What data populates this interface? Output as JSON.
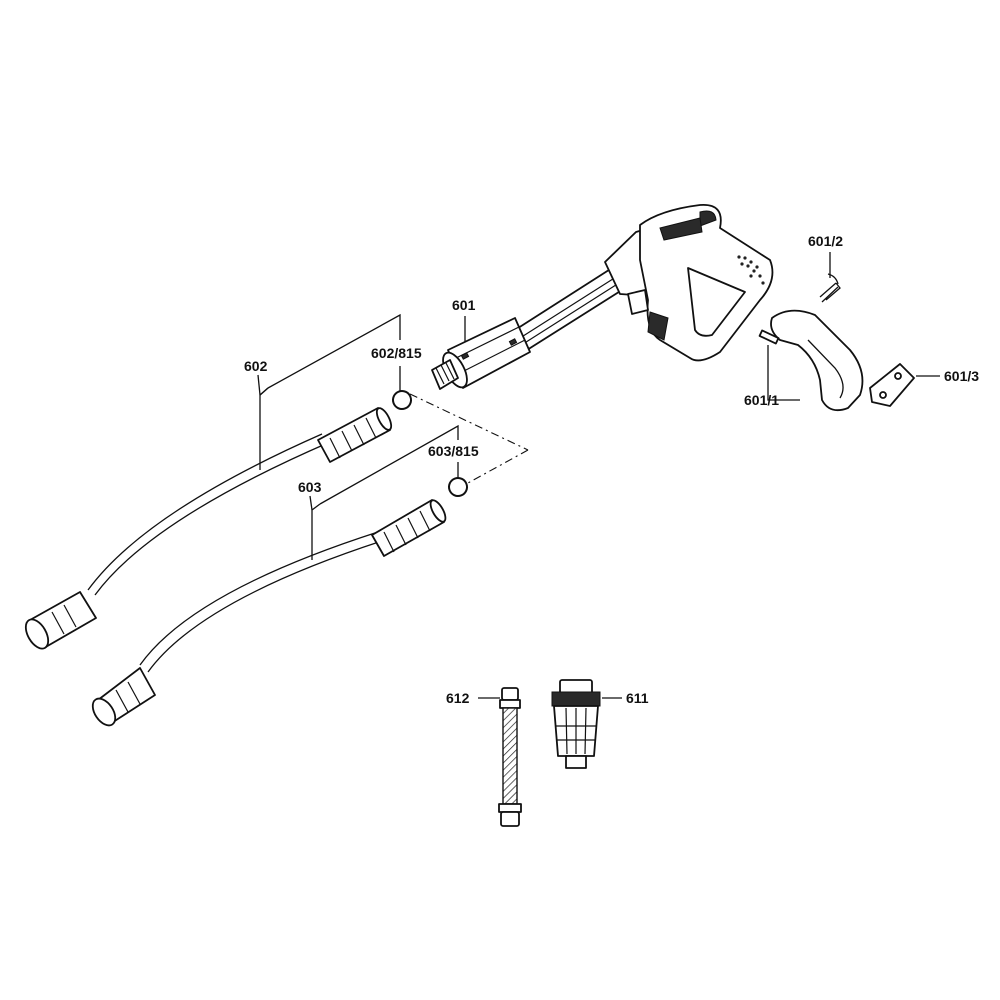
{
  "labels": {
    "p601": "601",
    "p601_1": "601/1",
    "p601_2": "601/2",
    "p601_3": "601/3",
    "p602": "602",
    "p602_815": "602/815",
    "p603": "603",
    "p603_815": "603/815",
    "p611": "611",
    "p612": "612"
  },
  "colors": {
    "line": "#111111",
    "background": "#ffffff"
  }
}
